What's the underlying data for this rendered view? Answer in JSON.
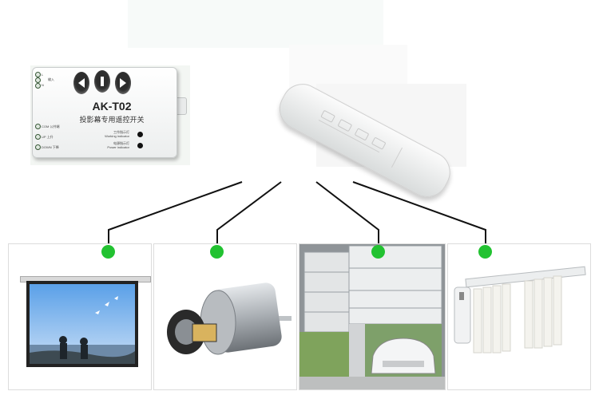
{
  "controller": {
    "model": "AK-T02",
    "subtitle": "投影幕专用遥控开关",
    "terminals": [
      "L",
      "输入",
      "N",
      "COM 公共端",
      "UP 上升",
      "DOWN 下降"
    ],
    "indicators": [
      {
        "cn": "工作指示灯",
        "en": "Working indicator"
      },
      {
        "cn": "电源指示灯",
        "en": "Power indicator"
      }
    ]
  },
  "colors": {
    "connector": "#22c231",
    "line": "#111111"
  },
  "devices": [
    {
      "name": "projection-screen-image"
    },
    {
      "name": "motor-image"
    },
    {
      "name": "garage-door-image"
    },
    {
      "name": "curtain-track-image"
    }
  ]
}
